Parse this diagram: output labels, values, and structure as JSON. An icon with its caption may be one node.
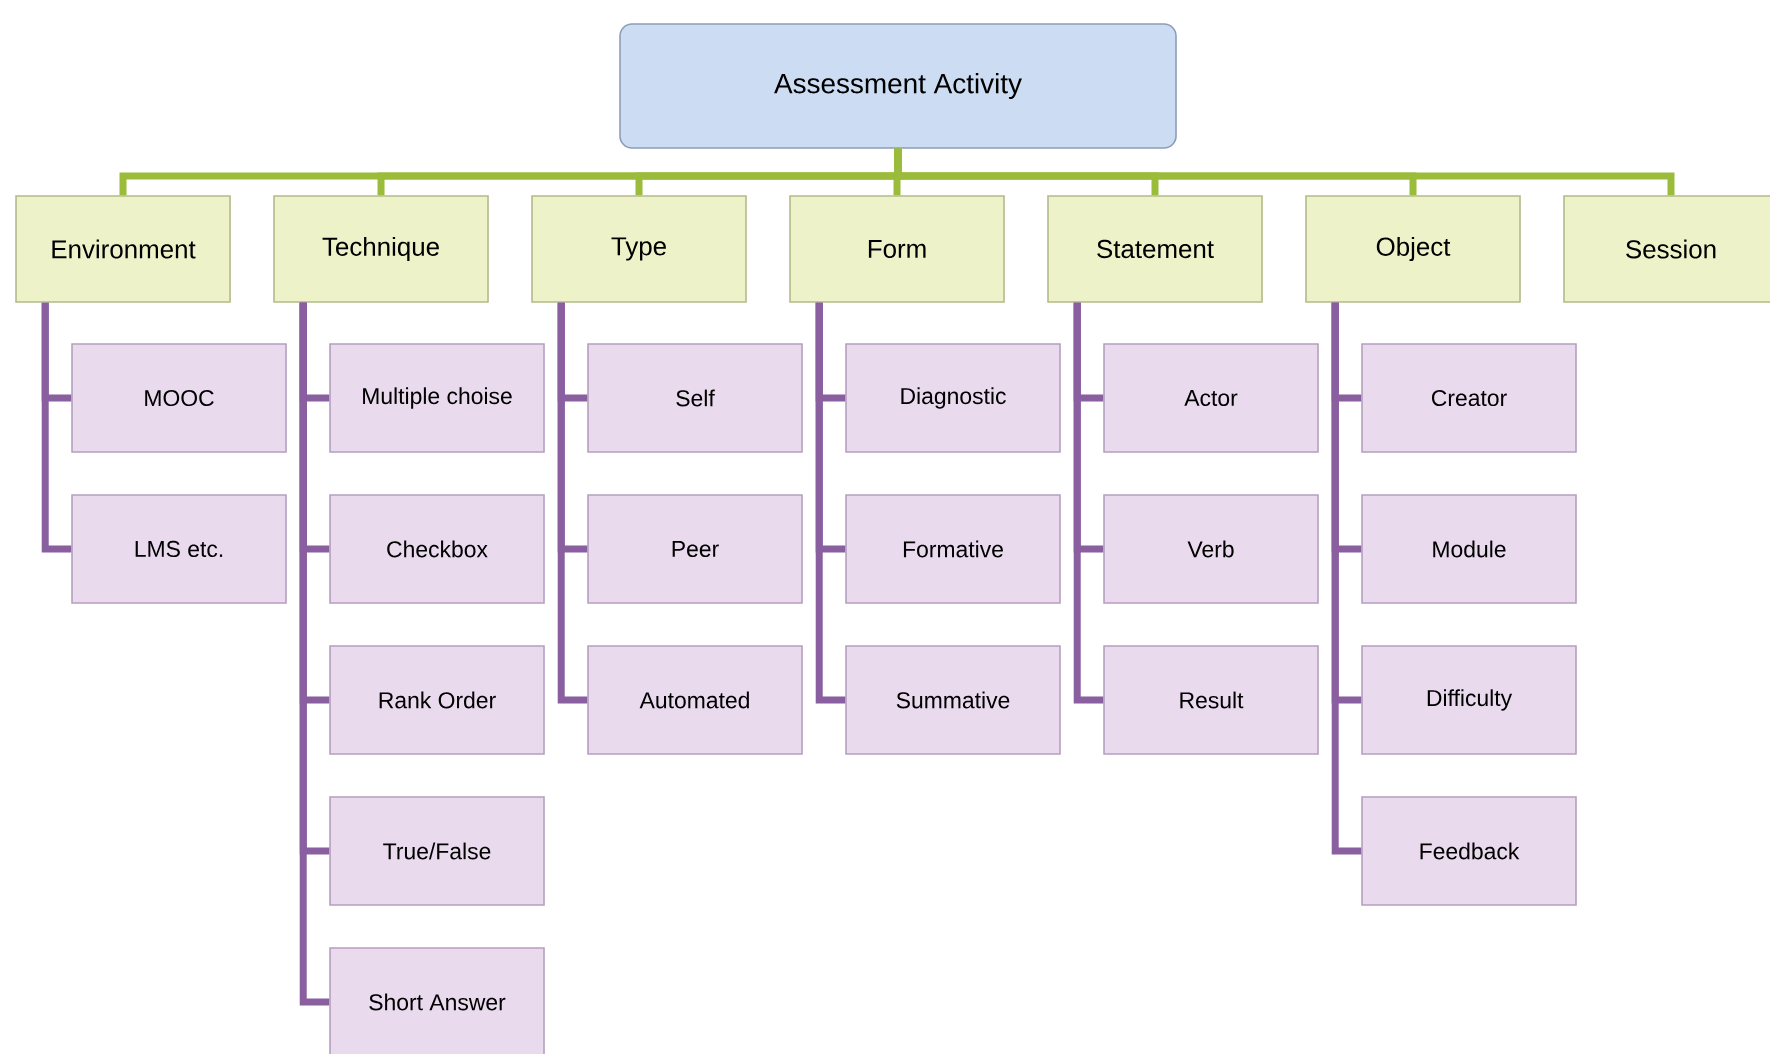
{
  "diagram": {
    "nodes": [
      {
        "text": [
          "Assessment Activity"
        ]
      },
      {
        "text": [
          "Environment"
        ]
      },
      {
        "text": [
          "Technique"
        ]
      },
      {
        "text": [
          "Type"
        ]
      },
      {
        "text": [
          "Form"
        ]
      },
      {
        "text": [
          "Statement"
        ]
      },
      {
        "text": [
          "Object"
        ]
      },
      {
        "text": [
          "Session"
        ]
      },
      {
        "text": [
          "MOOC"
        ]
      },
      {
        "text": [
          "LMS etc."
        ]
      },
      {
        "text": [
          "Multiple choise"
        ]
      },
      {
        "text": [
          "Checkbox"
        ]
      },
      {
        "text": [
          "Rank Order"
        ]
      },
      {
        "text": [
          "True/False"
        ]
      },
      {
        "text": [
          "Short Answer"
        ]
      },
      {
        "text": [
          "Self"
        ]
      },
      {
        "text": [
          "Peer"
        ]
      },
      {
        "text": [
          "Automated"
        ]
      },
      {
        "text": [
          "Diagnostic"
        ]
      },
      {
        "text": [
          "Formative"
        ]
      },
      {
        "text": [
          "Summative"
        ]
      },
      {
        "text": [
          "Actor"
        ]
      },
      {
        "text": [
          "Verb"
        ]
      },
      {
        "text": [
          "Result"
        ]
      },
      {
        "text": [
          "Creator"
        ]
      },
      {
        "text": [
          "Module"
        ]
      },
      {
        "text": [
          "Difficulty"
        ]
      },
      {
        "text": [
          "Feedback"
        ]
      }
    ],
    "edges": [
      {
        "from": 0,
        "to": 1,
        "arrow": "none",
        "color": "#9bbb3b"
      },
      {
        "from": 0,
        "to": 2,
        "arrow": "none",
        "color": "#9bbb3b"
      },
      {
        "from": 0,
        "to": 3,
        "arrow": "none",
        "color": "#9bbb3b"
      },
      {
        "from": 0,
        "to": 4,
        "arrow": "none",
        "color": "#9bbb3b"
      },
      {
        "from": 0,
        "to": 5,
        "arrow": "none",
        "color": "#9bbb3b"
      },
      {
        "from": 0,
        "to": 6,
        "arrow": "none",
        "color": "#9bbb3b"
      },
      {
        "from": 0,
        "to": 7,
        "arrow": "none",
        "color": "#9bbb3b"
      },
      {
        "from": 1,
        "to": 8,
        "arrow": "none"
      },
      {
        "from": 1,
        "to": 9,
        "arrow": "none"
      },
      {
        "from": 2,
        "to": 10,
        "arrow": "none"
      },
      {
        "from": 2,
        "to": 11,
        "arrow": "none"
      },
      {
        "from": 2,
        "to": 12,
        "arrow": "none"
      },
      {
        "from": 2,
        "to": 13,
        "arrow": "none"
      },
      {
        "from": 2,
        "to": 14,
        "arrow": "none"
      },
      {
        "from": 3,
        "to": 15,
        "arrow": "none"
      },
      {
        "from": 3,
        "to": 16,
        "arrow": "none"
      },
      {
        "from": 3,
        "to": 17,
        "arrow": "none"
      },
      {
        "from": 4,
        "to": 18,
        "arrow": "none"
      },
      {
        "from": 4,
        "to": 19,
        "arrow": "none"
      },
      {
        "from": 4,
        "to": 20,
        "arrow": "none"
      },
      {
        "from": 5,
        "to": 21,
        "arrow": "none"
      },
      {
        "from": 5,
        "to": 22,
        "arrow": "none"
      },
      {
        "from": 5,
        "to": 23,
        "arrow": "none"
      },
      {
        "from": 6,
        "to": 24,
        "arrow": "none"
      },
      {
        "from": 6,
        "to": 25,
        "arrow": "none"
      },
      {
        "from": 6,
        "to": 26,
        "arrow": "none"
      },
      {
        "from": 6,
        "to": 27,
        "arrow": "none"
      }
    ]
  }
}
